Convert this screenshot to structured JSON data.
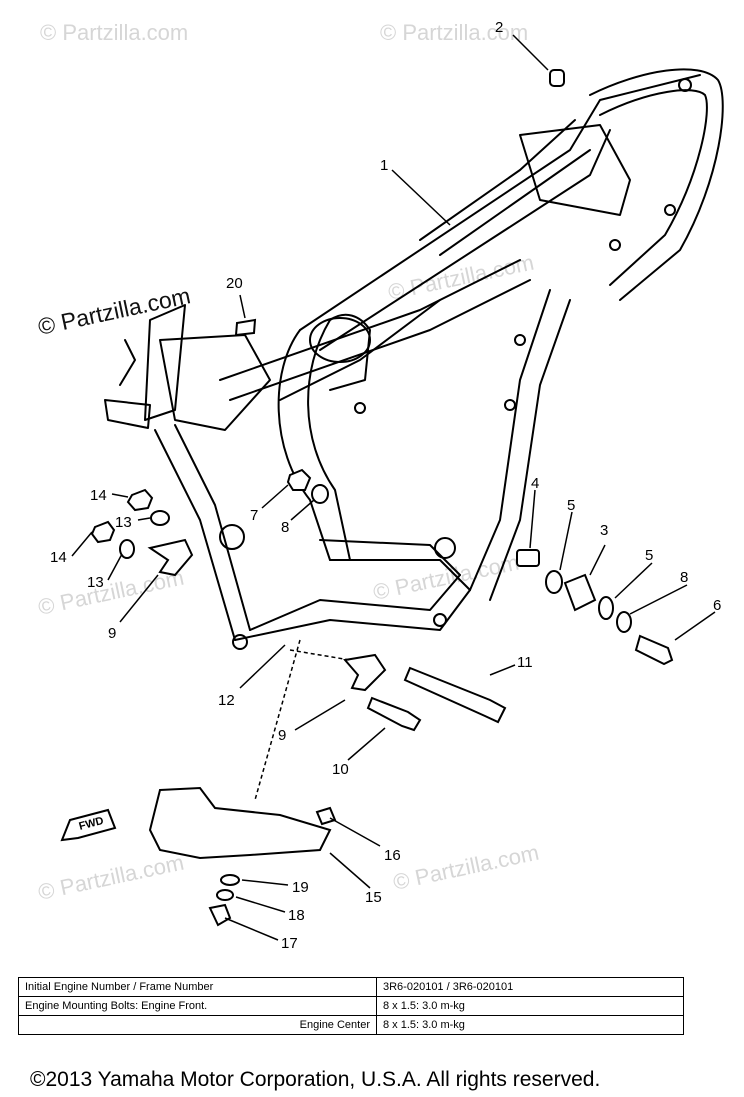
{
  "watermarks": {
    "main": "© Partzilla.com",
    "faint": "© Partzilla.com"
  },
  "diagram": {
    "callouts": {
      "c1": "1",
      "c2": "2",
      "c3": "3",
      "c4": "4",
      "c5a": "5",
      "c5b": "5",
      "c6": "6",
      "c7": "7",
      "c8a": "8",
      "c8b": "8",
      "c9a": "9",
      "c9b": "9",
      "c10": "10",
      "c11": "11",
      "c12": "12",
      "c13a": "13",
      "c13b": "13",
      "c14a": "14",
      "c14b": "14",
      "c15": "15",
      "c16": "16",
      "c17": "17",
      "c18": "18",
      "c19": "19",
      "c20": "20"
    },
    "fwd_label": "FWD"
  },
  "spec_table": {
    "row1": {
      "label": "Initial Engine Number / Frame Number",
      "value": "3R6-020101  /  3R6-020101"
    },
    "row2": {
      "label": "Engine Mounting Bolts: Engine Front.",
      "value": "8 x 1.5: 3.0 m-kg"
    },
    "row3": {
      "label": "Engine Center",
      "value": "8 x 1.5: 3.0 m-kg"
    }
  },
  "copyright": "©2013 Yamaha Motor Corporation, U.S.A. All rights reserved."
}
